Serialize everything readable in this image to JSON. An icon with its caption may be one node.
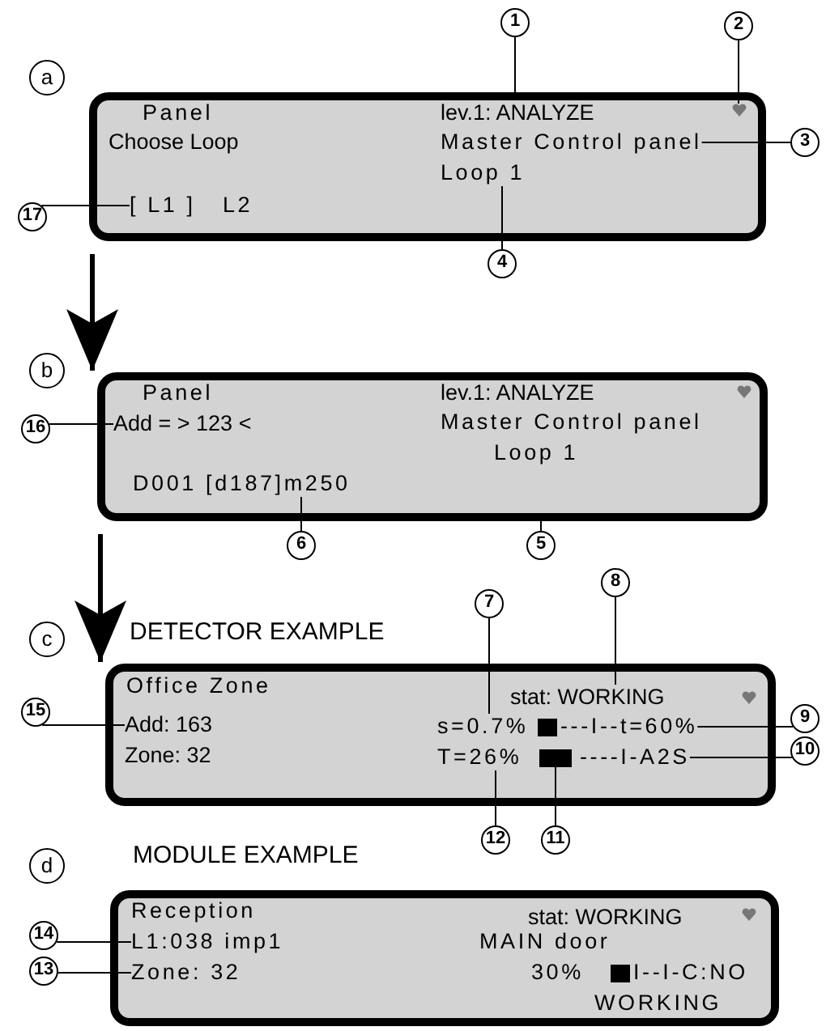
{
  "diagram": {
    "nodes": [
      {
        "text": [
          "1"
        ]
      },
      {
        "text": [
          "2"
        ]
      },
      {
        "text": [],
        "shape": "box"
      },
      {
        "text": [
          "Panel"
        ],
        "in": 2
      },
      {
        "text": [
          "lev.1: ANALYZE"
        ],
        "in": 2
      },
      {
        "text": [],
        "shape": "picture",
        "in": 2
      },
      {
        "text": [
          "Choose Loop"
        ],
        "in": 2
      },
      {
        "text": [
          "Master Control panel"
        ],
        "in": 2
      },
      {
        "text": [
          "Loop 1"
        ],
        "in": 2
      },
      {
        "text": [
          "[ L1 ]   L2"
        ],
        "in": 2
      },
      {
        "text": [
          "3"
        ]
      },
      {
        "text": [
          "17"
        ]
      },
      {
        "text": [
          "4"
        ]
      },
      {
        "text": [],
        "shape": "box"
      },
      {
        "text": [
          "Panel"
        ],
        "in": 13
      },
      {
        "text": [
          "lev.1: ANALYZE"
        ],
        "in": 13
      },
      {
        "text": [],
        "shape": "picture",
        "in": 13
      },
      {
        "text": [
          "Add = > 123 <"
        ],
        "in": 13
      },
      {
        "text": [
          "Master Control panel"
        ],
        "in": 13
      },
      {
        "text": [
          "Loop 1"
        ],
        "in": 13
      },
      {
        "text": [
          "D001 [d187]m250"
        ],
        "in": 13
      },
      {
        "text": [
          "16"
        ]
      },
      {
        "text": [
          "6"
        ]
      },
      {
        "text": [
          "5"
        ]
      },
      {
        "text": [
          "8"
        ]
      },
      {
        "text": [
          "7"
        ]
      },
      {
        "text": [],
        "shape": "box"
      },
      {
        "text": [
          "Office Zone"
        ],
        "in": 26
      },
      {
        "text": [
          "stat: WORKING"
        ],
        "in": 26
      },
      {
        "text": [],
        "shape": "picture",
        "in": 26
      },
      {
        "text": [
          "Add: 163"
        ],
        "in": 26
      },
      {
        "text": [
          "s=0.7%"
        ],
        "in": 26
      },
      {
        "text": [],
        "shape": "bar",
        "in": 26
      },
      {
        "text": [
          "---I--t=60%"
        ],
        "in": 26
      },
      {
        "text": [
          "Zone: 32"
        ],
        "in": 26
      },
      {
        "text": [
          "T=26%"
        ],
        "in": 26
      },
      {
        "text": [],
        "shape": "bar",
        "in": 26
      },
      {
        "text": [
          "----I-A2S"
        ],
        "in": 26
      },
      {
        "text": [
          "15"
        ]
      },
      {
        "text": [
          "9"
        ]
      },
      {
        "text": [
          "10"
        ]
      },
      {
        "text": [
          "12"
        ]
      },
      {
        "text": [
          "11"
        ]
      },
      {
        "text": [],
        "shape": "box"
      },
      {
        "text": [
          "Reception"
        ],
        "in": 43
      },
      {
        "text": [
          "stat: WORKING"
        ],
        "in": 43
      },
      {
        "text": [],
        "shape": "picture",
        "in": 43
      },
      {
        "text": [
          "L1:038 imp1"
        ],
        "in": 43
      },
      {
        "text": [
          "MAIN door"
        ],
        "in": 43
      },
      {
        "text": [
          "30%"
        ],
        "in": 43
      },
      {
        "text": [],
        "shape": "bar",
        "in": 43
      },
      {
        "text": [
          "I--I-C:NO"
        ],
        "in": 43
      },
      {
        "text": [
          "Zone: 32"
        ],
        "in": 43
      },
      {
        "text": [
          "WORKING"
        ],
        "in": 43
      },
      {
        "text": [
          "14"
        ]
      },
      {
        "text": [
          "13"
        ]
      }
    ],
    "edges": [
      {
        "from": 0,
        "to": 4,
        "arrow": "none"
      },
      {
        "from": 1,
        "to": 5,
        "arrow": "none"
      },
      {
        "from": 10,
        "to": 7,
        "arrow": "none"
      },
      {
        "from": 11,
        "to": 9,
        "arrow": "none"
      },
      {
        "from": 12,
        "to": 8,
        "arrow": "none"
      },
      {
        "from": 2,
        "to": 13,
        "arrow": "to",
        "style": "thick"
      },
      {
        "from": 21,
        "to": 17,
        "arrow": "none"
      },
      {
        "from": 22,
        "to": 20,
        "arrow": "none"
      },
      {
        "from": 23,
        "to": 13,
        "arrow": "none"
      },
      {
        "from": 13,
        "to": 26,
        "arrow": "to",
        "style": "thick"
      },
      {
        "from": 24,
        "to": 28,
        "arrow": "none"
      },
      {
        "from": 25,
        "to": 31,
        "arrow": "none"
      },
      {
        "from": 38,
        "to": 30,
        "arrow": "none"
      },
      {
        "from": 39,
        "to": 33,
        "arrow": "none"
      },
      {
        "from": 40,
        "to": 37,
        "arrow": "none"
      },
      {
        "from": 41,
        "to": 35,
        "arrow": "none"
      },
      {
        "from": 42,
        "to": 36,
        "arrow": "none"
      },
      {
        "from": 54,
        "to": 47,
        "arrow": "none"
      },
      {
        "from": 55,
        "to": 52,
        "arrow": "none"
      }
    ],
    "labels": [
      "a",
      "b",
      "DETECTOR EXAMPLE",
      "c",
      "MODULE EXAMPLE",
      "d"
    ]
  }
}
